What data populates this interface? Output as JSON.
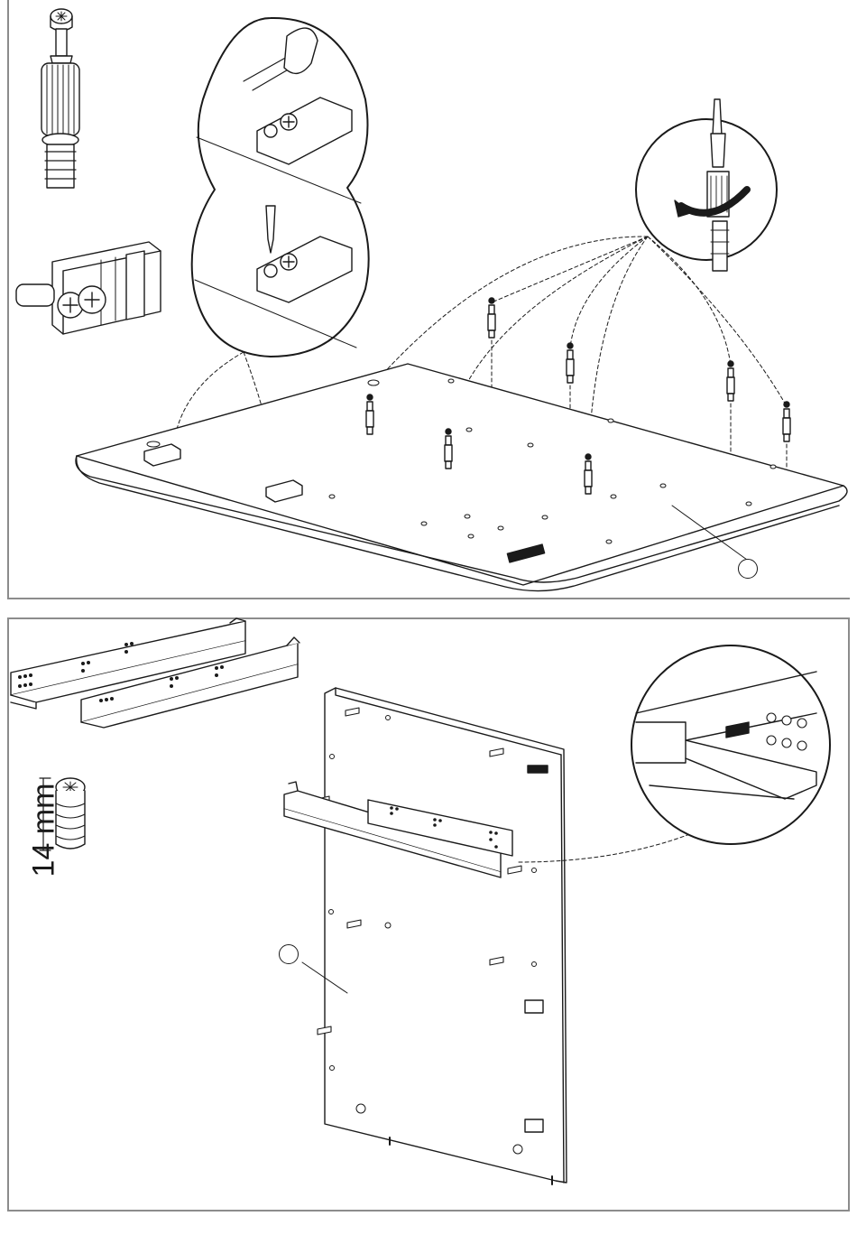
{
  "dimension": {
    "length_label": "14 mm"
  },
  "callouts": [
    {
      "id": "1",
      "text": ""
    },
    {
      "id": "2",
      "text": ""
    }
  ],
  "steps": [
    {
      "id": "step-1",
      "parts": [
        "cam-bolt",
        "cam-lock-connector",
        "hammer",
        "screwdriver",
        "top-panel"
      ]
    },
    {
      "id": "step-2",
      "parts": [
        "drawer-slide-rails",
        "euro-screw",
        "side-panel"
      ]
    }
  ],
  "colors": {
    "line": "#1a1a1a",
    "frame": "#8c8c8c",
    "fill": "#ffffff",
    "shade": "#d9d9d9"
  }
}
